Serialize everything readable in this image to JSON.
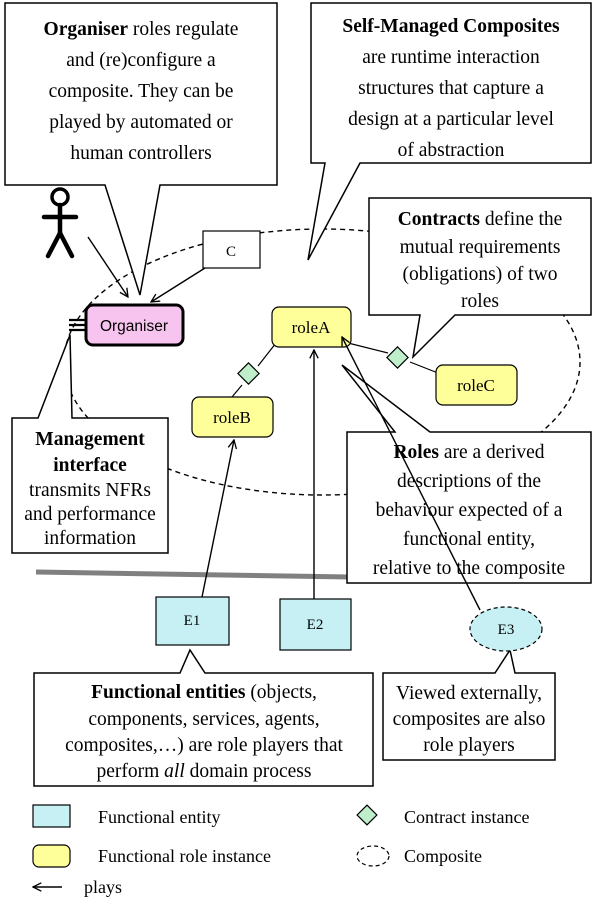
{
  "callouts": {
    "organiser": {
      "bold": "Organiser",
      "lines": [
        " roles regulate",
        "and (re)configure a",
        "composite. They can be",
        "played by automated or",
        "human controllers"
      ]
    },
    "composites": {
      "bold": "Self-Managed Composites",
      "lines": [
        "are runtime interaction",
        "structures that capture a",
        "design at a particular level",
        "of abstraction"
      ]
    },
    "contracts": {
      "bold": "Contracts",
      "lines": [
        " define the",
        "mutual requirements",
        "(obligations) of two",
        "roles"
      ]
    },
    "management": {
      "bold_lines": [
        "Management",
        "interface"
      ],
      "lines": [
        "transmits NFRs",
        "and performance",
        "information"
      ]
    },
    "roles": {
      "bold": "Roles",
      "lines": [
        " are a derived",
        "descriptions of the",
        "behaviour expected of a",
        "functional entity,",
        "relative to the composite"
      ]
    },
    "functional": {
      "bold": "Functional entities",
      "line1_rest": " (objects,",
      "lines": [
        "components, services, agents,",
        "composites,…) are role players that"
      ],
      "last_pre": "perform ",
      "last_em": "all",
      "last_post": " domain process"
    },
    "external": {
      "lines": [
        "Viewed externally,",
        "composites are also",
        "role players"
      ]
    }
  },
  "nodes": {
    "c_label": "C",
    "organiser_label": "Organiser",
    "roleA": "roleA",
    "roleB": "roleB",
    "roleC": "roleC",
    "e1": "E1",
    "e2": "E2",
    "e3": "E3"
  },
  "legend": {
    "functional_entity": "Functional entity",
    "contract_instance": "Contract instance",
    "functional_role_instance": "Functional role instance",
    "composite": "Composite",
    "plays": "plays"
  },
  "colors": {
    "entity_fill": "#c6f0f4",
    "role_fill": "#ffff99",
    "organiser_fill": "#f7c4f0",
    "contract_fill": "#bfeecb",
    "boundary_line": "#808080"
  },
  "icons": {
    "stick_figure": "human-controller-icon",
    "management_port": "management-port-icon"
  }
}
